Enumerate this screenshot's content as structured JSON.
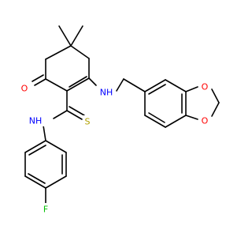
{
  "atoms": {
    "O_keto": {
      "symbol": "O",
      "color": "#ff0000"
    },
    "NH_amine": {
      "symbol": "NH",
      "color": "#0000ff"
    },
    "NH_amide": {
      "symbol": "NH",
      "color": "#0000ff"
    },
    "S": {
      "symbol": "S",
      "color": "#b0a000"
    },
    "F": {
      "symbol": "F",
      "color": "#00bf00"
    },
    "O_dioxole_top": {
      "symbol": "O",
      "color": "#ff0000"
    },
    "O_dioxole_bottom": {
      "symbol": "O",
      "color": "#ff0000"
    }
  }
}
